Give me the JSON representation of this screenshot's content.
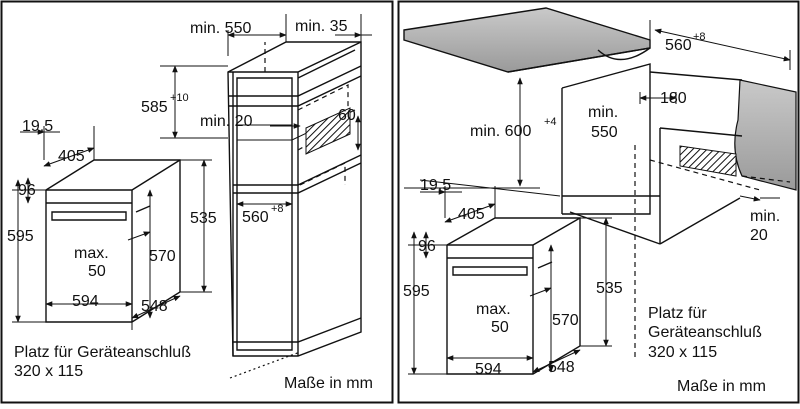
{
  "left_panel": {
    "dims": {
      "min_550": "min. 550",
      "min_35": "min. 35",
      "d_585": "585",
      "d_585_sup": "+10",
      "min_20": "min. 20",
      "d_60": "60",
      "d_560": "560",
      "d_560_sup": "+8",
      "d_19_5": "19,5",
      "d_405": "405",
      "d_96": "96",
      "d_595": "595",
      "d_535": "535",
      "max": "max.",
      "d_50": "50",
      "d_570": "570",
      "d_594": "594",
      "d_548": "548"
    },
    "note_line1": "Platz für Geräteanschluß",
    "note_line2": "320 x 115",
    "units": "Maße in mm"
  },
  "right_panel": {
    "dims": {
      "d_560": "560",
      "d_560_sup": "+8",
      "d_180": "180",
      "min_600": "min. 600",
      "min_600_sup": "+4",
      "min": "min.",
      "d_550": "550",
      "min_20_a": "min.",
      "min_20_b": "20",
      "d_19_5": "19,5",
      "d_405": "405",
      "d_96": "96",
      "d_595": "595",
      "d_535": "535",
      "max": "max.",
      "d_50": "50",
      "d_570": "570",
      "d_594": "594",
      "d_548": "548"
    },
    "note_line1": "Platz für",
    "note_line2": "Geräteanschluß",
    "note_line3": "320 x 115",
    "units": "Maße in mm"
  }
}
